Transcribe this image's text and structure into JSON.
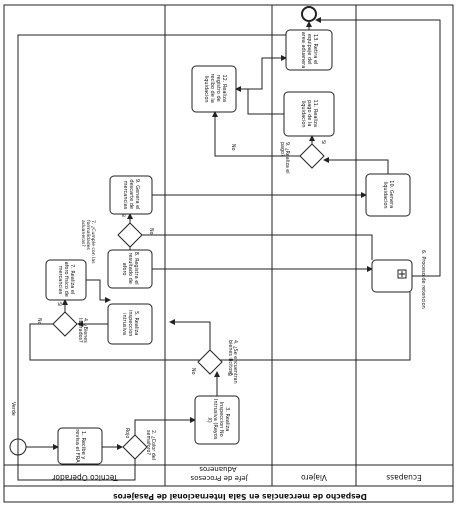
{
  "pool_title": "Despacho de mercancias en Sala Internacional de Pasajeros",
  "lanes": [
    {
      "id": "tecnico",
      "label": "Tecnico Operador"
    },
    {
      "id": "jefe",
      "label": "Jefe de Procesos Aduaneros"
    },
    {
      "id": "viajero",
      "label": "Viajero"
    },
    {
      "id": "ecuapass",
      "label": "Ecuapass"
    }
  ],
  "tasks": {
    "recibe": [
      "1. Recibe y",
      "revisa el FRA"
    ],
    "realiza_insp": [
      "3. Realiza",
      "Inspeccion No",
      "Intrusiva (Rayos",
      "X)"
    ],
    "insp_intrusiva": [
      "5. Realiza",
      "inspeccion",
      "intrusiva"
    ],
    "registra_aforo": [
      "7. Realiza el",
      "aforo fisico de",
      "mercancias"
    ],
    "resultado": [
      "8. Registra el",
      "resultado de",
      "aforo"
    ],
    "descarte": [
      "9. Genera el",
      "descarte de",
      "mercancias"
    ],
    "liquidacion": [
      "10. Genera",
      "liquidacion"
    ],
    "pago": [
      "11. Realiza",
      "pago de la",
      "liquidacion"
    ],
    "recibe_pago": [
      "12. Realiza",
      "registro de",
      "recibo de la",
      "liquidacion"
    ],
    "retira": [
      "13. Retira el",
      "equipaje del",
      "area aduanera"
    ]
  },
  "subprocess": [
    "6. Proceso de retencion"
  ],
  "gateways": {
    "g_color": [
      "2. ¿Color del",
      "semaforo?"
    ],
    "g_bienes": [
      "4. ¿Se encuentran",
      "bienes ilicitos?"
    ],
    "g_liberados": [
      "4. ¿Bienes",
      "liberados?"
    ],
    "g_formalidades": [
      "7. ¿Cumple con las",
      "formalidades",
      "aduaneras?"
    ],
    "g_pago": [
      "9. ¿Realiza el",
      "pago?"
    ]
  },
  "flow_labels": {
    "rojo": "Rojo",
    "verde": "Verde",
    "no1": "No",
    "si1": "Si",
    "no2": "No",
    "si2": "Si",
    "no3": "No",
    "si3": "Si",
    "no4": "No",
    "si4": "Si"
  }
}
